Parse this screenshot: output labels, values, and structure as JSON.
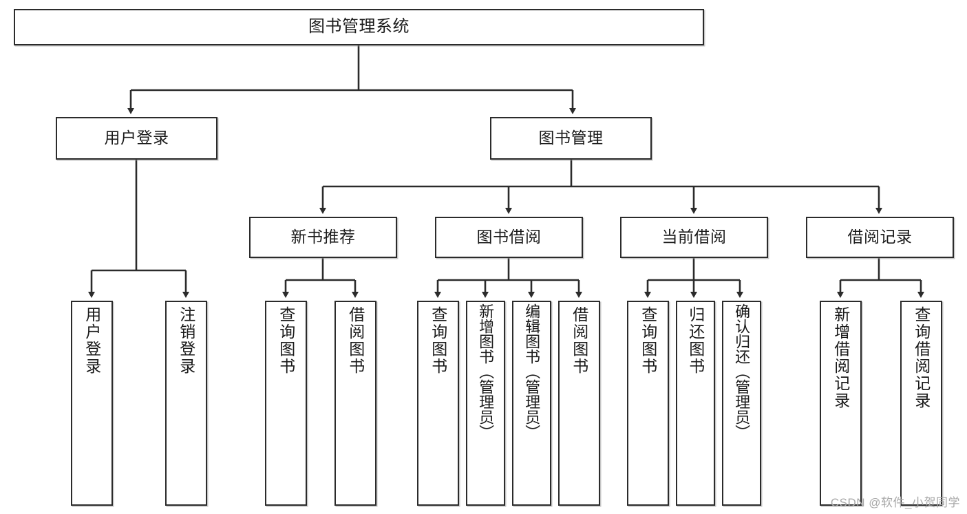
{
  "diagram": {
    "title": "图书管理系统",
    "type": "tree-hierarchy-diagram",
    "theme": {
      "background": "#ffffff",
      "node_fill": "#ffffff",
      "node_stroke": "#2b2b2b",
      "edge_color": "#2b2b2b",
      "text_color": "#1a1a1a",
      "watermark_color": "#a8a8a8"
    }
  },
  "root": {
    "label": "图书管理系统"
  },
  "level2": [
    {
      "label": "用户登录"
    },
    {
      "label": "图书管理"
    }
  ],
  "level3": [
    {
      "label": "新书推荐"
    },
    {
      "label": "图书借阅"
    },
    {
      "label": "当前借阅"
    },
    {
      "label": "借阅记录"
    }
  ],
  "leaves": {
    "user_login": [
      {
        "label": "用户登录"
      },
      {
        "label": "注销登录"
      }
    ],
    "new_book_recommend": [
      {
        "label": "查询图书"
      },
      {
        "label": "借阅图书"
      }
    ],
    "book_borrow": [
      {
        "label": "查询图书"
      },
      {
        "label": "新增图书（管理员）"
      },
      {
        "label": "编辑图书（管理员）"
      },
      {
        "label": "借阅图书"
      }
    ],
    "current_borrow": [
      {
        "label": "查询图书"
      },
      {
        "label": "归还图书"
      },
      {
        "label": "确认归还（管理员）"
      }
    ],
    "borrow_record": [
      {
        "label": "新增借阅记录"
      },
      {
        "label": "查询借阅记录"
      }
    ]
  },
  "watermark": {
    "text": "CSDN @软件_小贺同学"
  }
}
